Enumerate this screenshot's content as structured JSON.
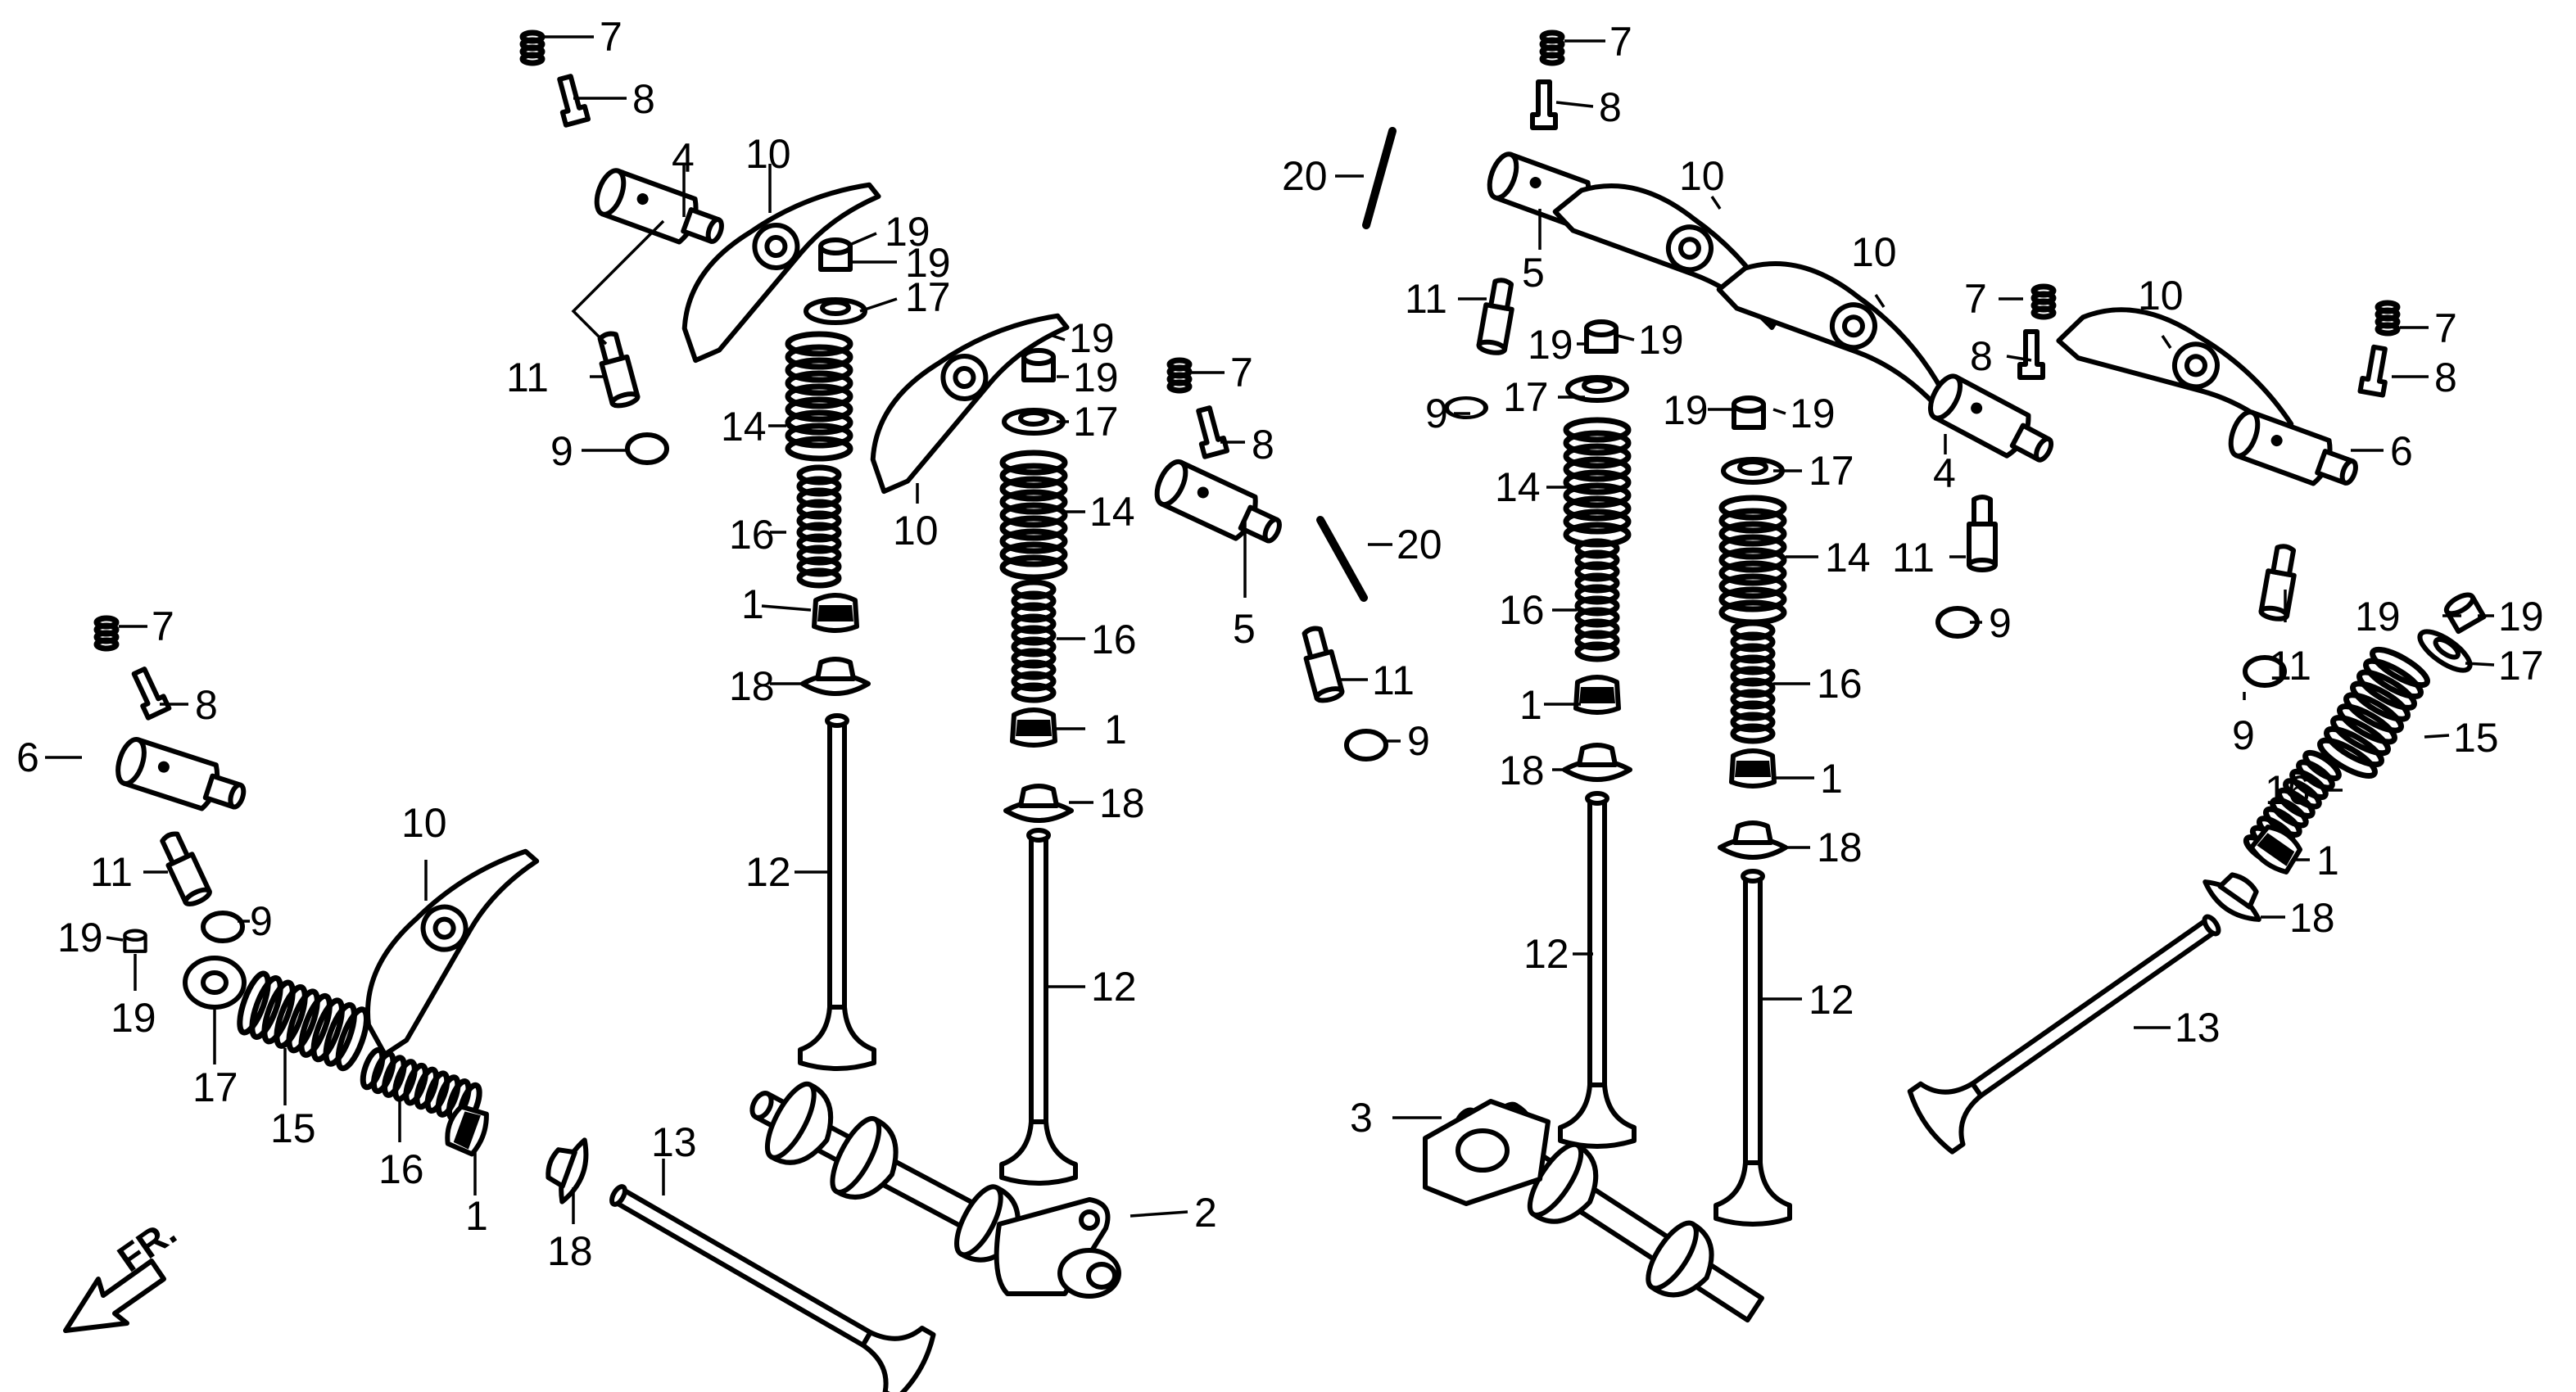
{
  "diagram": {
    "front_marker": "FR.",
    "callouts": [
      {
        "id": "c1",
        "text": "7"
      },
      {
        "id": "c2",
        "text": "8"
      },
      {
        "id": "c3",
        "text": "4"
      },
      {
        "id": "c4",
        "text": "10"
      },
      {
        "id": "c5",
        "text": "19"
      },
      {
        "id": "c6",
        "text": "19"
      },
      {
        "id": "c7",
        "text": "17"
      },
      {
        "id": "c8",
        "text": "14"
      },
      {
        "id": "c9",
        "text": "16"
      },
      {
        "id": "c10",
        "text": "1"
      },
      {
        "id": "c11",
        "text": "18"
      },
      {
        "id": "c12",
        "text": "12"
      },
      {
        "id": "c13",
        "text": "11"
      },
      {
        "id": "c14",
        "text": "9"
      },
      {
        "id": "c15",
        "text": "10"
      },
      {
        "id": "c16",
        "text": "19"
      },
      {
        "id": "c17",
        "text": "19"
      },
      {
        "id": "c18",
        "text": "17"
      },
      {
        "id": "c19",
        "text": "14"
      },
      {
        "id": "c20",
        "text": "16"
      },
      {
        "id": "c21",
        "text": "1"
      },
      {
        "id": "c22",
        "text": "18"
      },
      {
        "id": "c23",
        "text": "12"
      },
      {
        "id": "c24",
        "text": "7"
      },
      {
        "id": "c25",
        "text": "8"
      },
      {
        "id": "c26",
        "text": "5"
      },
      {
        "id": "c27",
        "text": "20"
      },
      {
        "id": "c28",
        "text": "20"
      },
      {
        "id": "c29",
        "text": "11"
      },
      {
        "id": "c30",
        "text": "9"
      },
      {
        "id": "c31",
        "text": "7"
      },
      {
        "id": "c32",
        "text": "8"
      },
      {
        "id": "c33",
        "text": "6"
      },
      {
        "id": "c34",
        "text": "11"
      },
      {
        "id": "c35",
        "text": "19"
      },
      {
        "id": "c36",
        "text": "19"
      },
      {
        "id": "c37",
        "text": "9"
      },
      {
        "id": "c38",
        "text": "17"
      },
      {
        "id": "c39",
        "text": "15"
      },
      {
        "id": "c40",
        "text": "10"
      },
      {
        "id": "c41",
        "text": "16"
      },
      {
        "id": "c42",
        "text": "1"
      },
      {
        "id": "c43",
        "text": "18"
      },
      {
        "id": "c44",
        "text": "13"
      },
      {
        "id": "c45",
        "text": "2"
      },
      {
        "id": "c46",
        "text": "7"
      },
      {
        "id": "c47",
        "text": "8"
      },
      {
        "id": "c48",
        "text": "5"
      },
      {
        "id": "c49",
        "text": "10"
      },
      {
        "id": "c50",
        "text": "11"
      },
      {
        "id": "c51",
        "text": "19"
      },
      {
        "id": "c52",
        "text": "19"
      },
      {
        "id": "c53",
        "text": "9"
      },
      {
        "id": "c54",
        "text": "17"
      },
      {
        "id": "c55",
        "text": "14"
      },
      {
        "id": "c56",
        "text": "16"
      },
      {
        "id": "c57",
        "text": "1"
      },
      {
        "id": "c58",
        "text": "18"
      },
      {
        "id": "c59",
        "text": "12"
      },
      {
        "id": "c60",
        "text": "10"
      },
      {
        "id": "c61",
        "text": "19"
      },
      {
        "id": "c62",
        "text": "19"
      },
      {
        "id": "c63",
        "text": "17"
      },
      {
        "id": "c64",
        "text": "14"
      },
      {
        "id": "c65",
        "text": "16"
      },
      {
        "id": "c66",
        "text": "1"
      },
      {
        "id": "c67",
        "text": "18"
      },
      {
        "id": "c68",
        "text": "12"
      },
      {
        "id": "c69",
        "text": "3"
      },
      {
        "id": "c70",
        "text": "7"
      },
      {
        "id": "c71",
        "text": "8"
      },
      {
        "id": "c72",
        "text": "4"
      },
      {
        "id": "c73",
        "text": "11"
      },
      {
        "id": "c74",
        "text": "9"
      },
      {
        "id": "c75",
        "text": "10"
      },
      {
        "id": "c76",
        "text": "7"
      },
      {
        "id": "c77",
        "text": "8"
      },
      {
        "id": "c78",
        "text": "6"
      },
      {
        "id": "c79",
        "text": "19"
      },
      {
        "id": "c80",
        "text": "19"
      },
      {
        "id": "c81",
        "text": "11"
      },
      {
        "id": "c82",
        "text": "17"
      },
      {
        "id": "c83",
        "text": "9"
      },
      {
        "id": "c84",
        "text": "15"
      },
      {
        "id": "c85",
        "text": "16"
      },
      {
        "id": "c86",
        "text": "1"
      },
      {
        "id": "c87",
        "text": "18"
      },
      {
        "id": "c88",
        "text": "13"
      }
    ]
  }
}
